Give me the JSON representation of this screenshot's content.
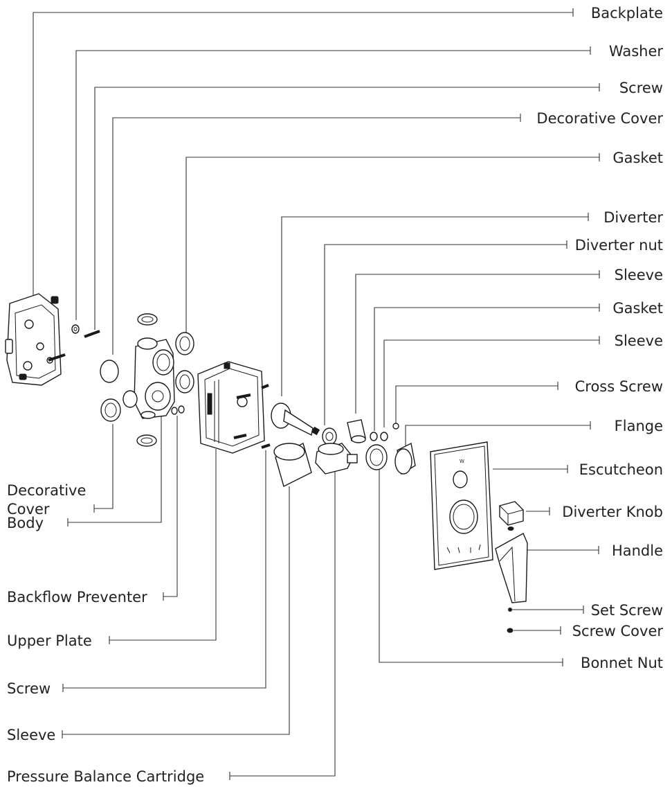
{
  "labels_right": {
    "backplate": "Backplate",
    "washer": "Washer",
    "screw_top": "Screw",
    "decorative_cover_top": "Decorative Cover",
    "gasket_top": "Gasket",
    "diverter": "Diverter",
    "diverter_nut": "Diverter nut",
    "sleeve_top": "Sleeve",
    "gasket_mid": "Gasket",
    "sleeve_mid": "Sleeve",
    "cross_screw": "Cross Screw",
    "flange": "Flange",
    "escutcheon": "Escutcheon",
    "diverter_knob": "Diverter Knob",
    "handle": "Handle",
    "set_screw": "Set Screw",
    "screw_cover": "Screw Cover",
    "bonnet_nut": "Bonnet Nut"
  },
  "labels_left": {
    "decorative_cover_line1": "Decorative",
    "decorative_cover_line2": "Cover",
    "body": "Body",
    "backflow_preventer": "Backflow Preventer",
    "upper_plate": "Upper Plate",
    "screw_bottom": "Screw",
    "sleeve_bottom": "Sleeve",
    "pressure_balance_cartridge": "Pressure Balance Cartridge"
  },
  "colors": {
    "ink": "#1a1a1a",
    "text": "#222222",
    "background": "#ffffff"
  }
}
